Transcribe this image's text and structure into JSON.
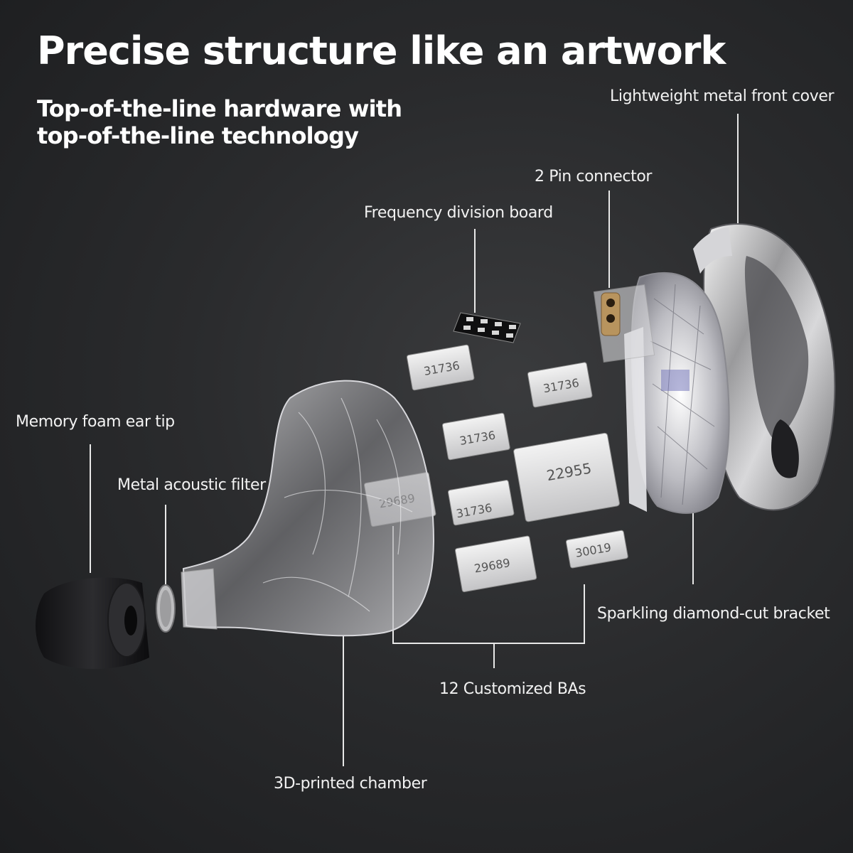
{
  "headline": "Precise structure like an artwork",
  "subhead": {
    "line1": "Top-of-the-line hardware with",
    "line2": "top-of-the-line technology"
  },
  "labels": {
    "front_cover": "Lightweight metal front cover",
    "pin_connector": "2 Pin connector",
    "division_board": "Frequency division board",
    "ear_tip": "Memory foam ear tip",
    "acoustic_filter": "Metal acoustic filter",
    "bracket": "Sparkling diamond-cut bracket",
    "bas": "12 Customized BAs",
    "chamber": "3D-printed chamber"
  },
  "ba_units": {
    "ba1": "31736",
    "ba2": "31736",
    "ba3": "31736",
    "ba4": "22955",
    "ba5": "31736",
    "ba6": "29689",
    "ba7": "29689",
    "ba8": "30019"
  },
  "colors": {
    "background": "#2a2b2d",
    "text": "#ffffff",
    "leader_line": "#e8e8e8"
  }
}
